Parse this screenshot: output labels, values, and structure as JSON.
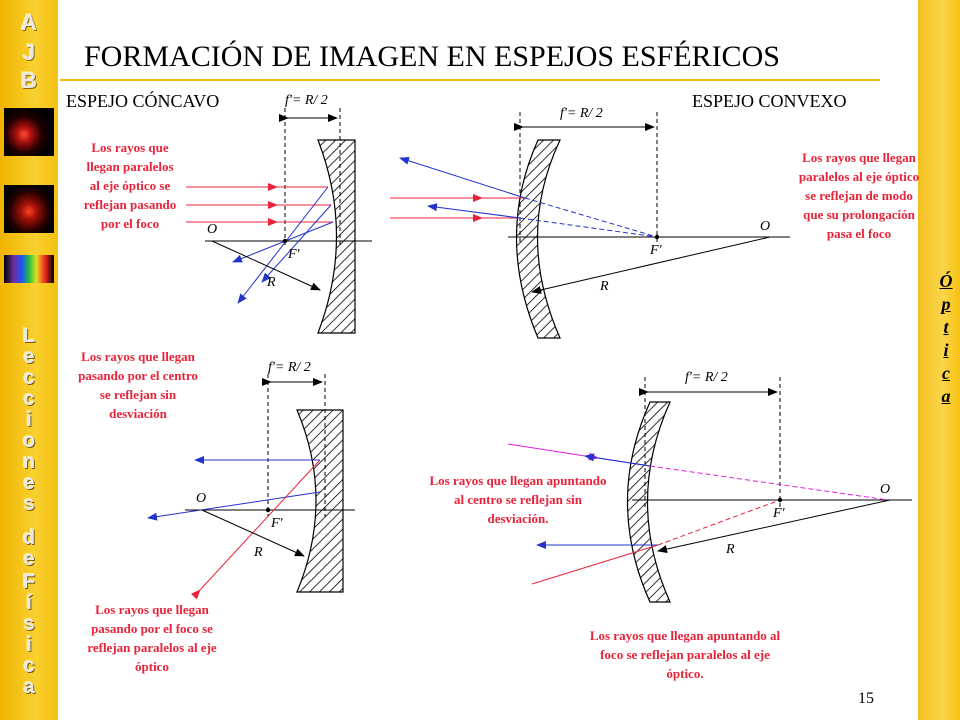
{
  "title": "FORMACIÓN DE IMAGEN EN ESPEJOS ESFÉRICOS",
  "subtitle_concave": "ESPEJO CÓNCAVO",
  "subtitle_convex": "ESPEJO CONVEXO",
  "sidebar": {
    "logo_letters": [
      "A",
      "J",
      "B"
    ],
    "lecciones": [
      "L",
      "e",
      "c",
      "c",
      "i",
      "o",
      "n",
      "e",
      "s"
    ],
    "de": [
      "d",
      "e"
    ],
    "fisica": [
      "F",
      "í",
      "s",
      "i",
      "c",
      "a"
    ]
  },
  "right_label_letters": [
    "Ó",
    "p",
    "t",
    "i",
    "c",
    "a"
  ],
  "captions": {
    "c1": "Los rayos que llegan paralelos al eje óptico se reflejan pasando por el foco",
    "c2": "Los rayos que llegan pasando por el centro se reflejan sin desviación",
    "c3": "Los rayos que llegan pasando por el foco se reflejan paralelos al eje óptico",
    "c4": "Los rayos que llegan paralelos al eje óptico se reflejan de modo que su prolongación pasa el foco",
    "c5": "Los rayos que llegan apuntando al centro se reflejan sin desviación.",
    "c6": "Los rayos que llegan apuntando al foco se reflejan paralelos al eje óptico."
  },
  "diagram_labels": {
    "focal": "f'= R/ 2",
    "center": "O",
    "focus": "F'",
    "radius": "R"
  },
  "page_number": "15",
  "colors": {
    "ray_red": "#e8233a",
    "ray_blue": "#2233cc",
    "ray_magenta": "#e020e0",
    "sidebar": "#f5c010"
  }
}
